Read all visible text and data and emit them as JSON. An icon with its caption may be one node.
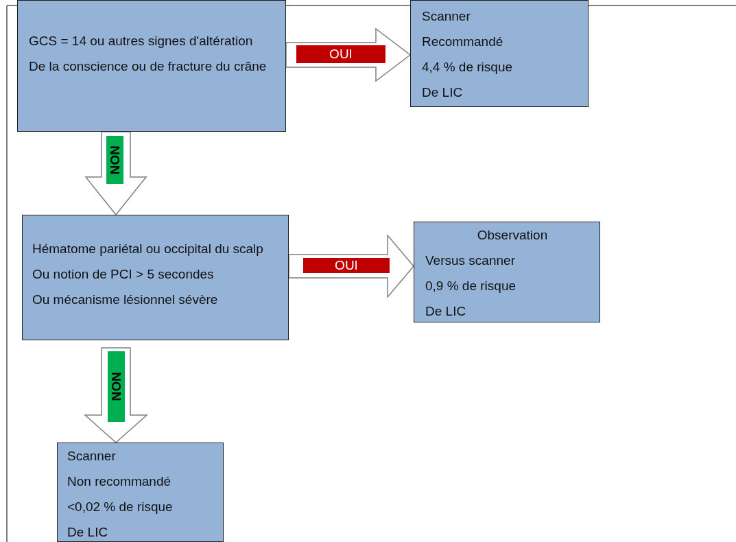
{
  "diagram": {
    "nodes": [
      {
        "text": [
          "GCS = 14 ou autres signes d'altération",
          "De la conscience ou de fracture du crâne"
        ]
      },
      {
        "text": [
          "Scanner",
          "Recommandé",
          "4,4 % de risque",
          "De LIC"
        ]
      },
      {
        "text": [
          "Hématome pariétal ou occipital du scalp",
          "Ou notion de PCI > 5 secondes",
          "Ou mécanisme lésionnel sévère"
        ]
      },
      {
        "text": [
          "Observation",
          "Versus scanner",
          "0,9 % de risque",
          "De LIC"
        ]
      },
      {
        "text": [
          "Scanner",
          "Non recommandé",
          "<0,02 % de risque",
          "De LIC"
        ]
      }
    ],
    "edges": [
      {
        "from": 0,
        "to": 1,
        "arrow": "to",
        "label": "OUI"
      },
      {
        "from": 0,
        "to": 2,
        "arrow": "to",
        "label": "NON"
      },
      {
        "from": 2,
        "to": 3,
        "arrow": "to",
        "label": "OUI"
      },
      {
        "from": 2,
        "to": 4,
        "arrow": "to",
        "label": "NON"
      }
    ]
  }
}
